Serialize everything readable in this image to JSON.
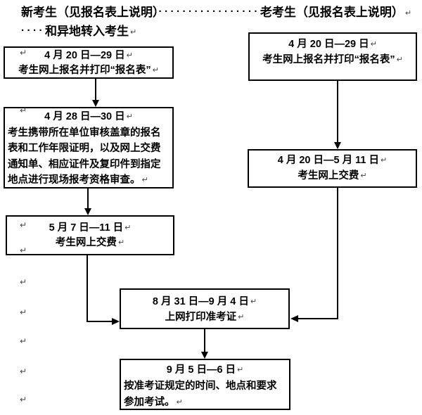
{
  "header": {
    "new_label": "新考生（见报名表上说明）",
    "leader_dots": "·················",
    "old_label": "老考生（见报名表上说明）",
    "line2_prefix_dots": "····",
    "line2_label": "和异地转入考生"
  },
  "marks": {
    "return_mark": "↵"
  },
  "left": {
    "box1": {
      "date": "4 月 20 日—29 日",
      "text": "考生网上报名并打印“报名表”"
    },
    "box2": {
      "date": "4 月 28 日—30 日",
      "text": "考生携带所在单位审核盖章的报名表和工作年限证明，以及网上交费通知单、相应证件及复印件到指定地点进行现场报考资格审查。"
    },
    "box3": {
      "date": "5 月 7 日—11 日",
      "text": "考生网上交费"
    }
  },
  "right": {
    "box1": {
      "date": "4 月 20 日—29 日",
      "text": "考生网上报名并打印“报名表”"
    },
    "box2": {
      "date": "4 月 20 日—5 月 11 日",
      "text": "考生网上交费"
    }
  },
  "center": {
    "box1": {
      "date": "8 月 31 日—9 月 4 日",
      "text": "上网打印准考证"
    },
    "box2": {
      "date": "9 月 5 日—6 日",
      "text": "按准考证规定的时间、地点和要求参加考试。"
    }
  },
  "colors": {
    "background": "#ffffff",
    "line": "#000000",
    "mark": "#444444"
  }
}
